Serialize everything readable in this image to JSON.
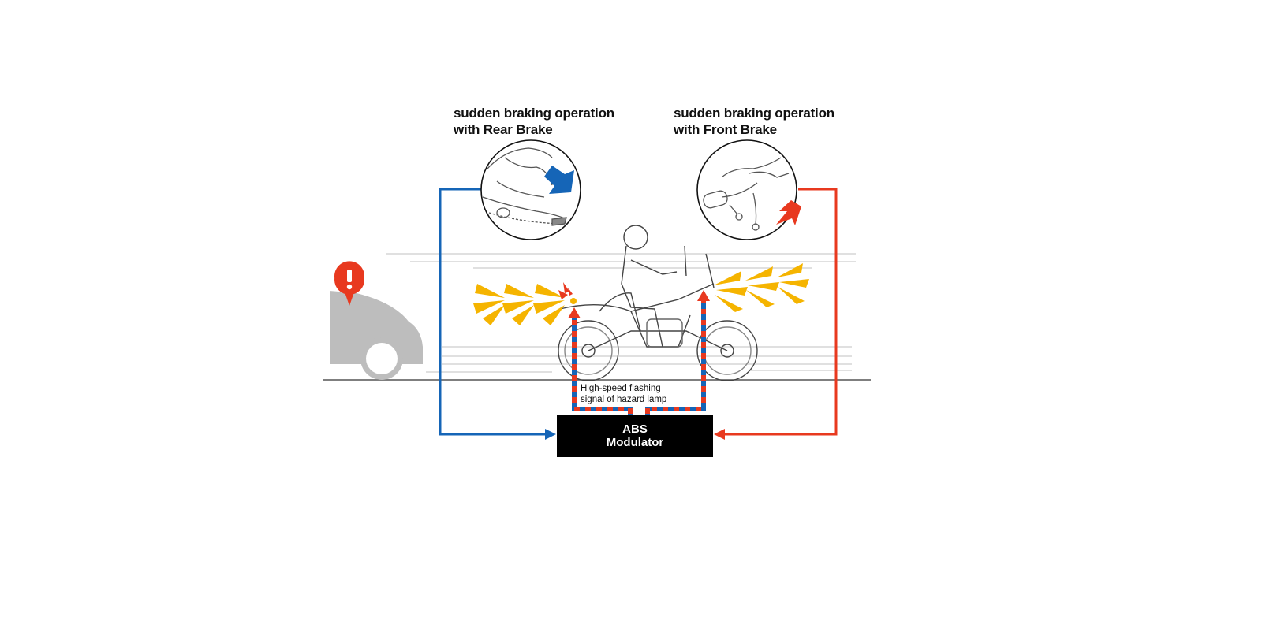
{
  "rear_brake": {
    "line1": "sudden braking operation",
    "line2": "with Rear Brake"
  },
  "front_brake": {
    "line1": "sudden braking operation",
    "line2": "with Front Brake"
  },
  "hazard_signal": {
    "line1": "High-speed flashing",
    "line2": "signal of hazard lamp"
  },
  "abs_modulator": {
    "line1": "ABS",
    "line2": "Modulator"
  },
  "colors": {
    "rear_line": "#1565b7",
    "front_line": "#e8391f",
    "flash": "#f5b400",
    "warning": "#e8391f",
    "car": "#bdbdbd"
  },
  "icons": {
    "warning": "warning-pin-icon",
    "rear": "rear-brake-arrow-icon",
    "front": "front-brake-arrow-icon"
  }
}
